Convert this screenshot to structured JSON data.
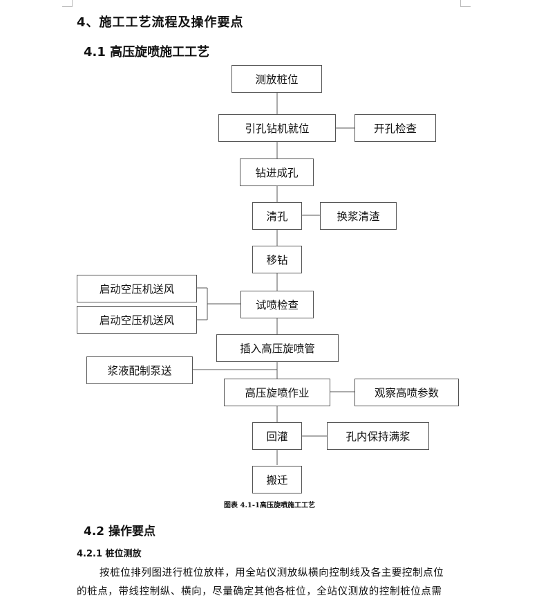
{
  "doc": {
    "heading_section": "4、施工工艺流程及操作要点",
    "heading_sub1": "4.1 高压旋喷施工工艺",
    "figure_caption": "图表 4.1-1高压旋喷施工工艺",
    "heading_sub2": "4.2 操作要点",
    "heading_sub3": "4.2.1 桩位测放",
    "paragraph_line1": "按桩位排列图进行桩位放样，用全站仪测放纵横向控制线及各主要控制点位",
    "paragraph_line2": "的桩点，带线控制纵、横向，尽量确定其他各桩位，全站仪测放的控制桩位点需"
  },
  "flow": {
    "main_steps": [
      "测放桩位",
      "引孔钻机就位",
      "钻进成孔",
      "清孔",
      "移钻",
      "试喷检查",
      "插入高压旋喷管",
      "高压旋喷作业",
      "回灌",
      "搬迁"
    ],
    "side_open_hole_check": "开孔检查",
    "side_slurry_replace": "换浆清渣",
    "side_compressor_1": "启动空压机送风",
    "side_compressor_2": "启动空压机送风",
    "side_slurry_mix": "浆液配制泵送",
    "side_observe_params": "观察高喷参数",
    "side_keep_full": "孔内保持满浆"
  }
}
